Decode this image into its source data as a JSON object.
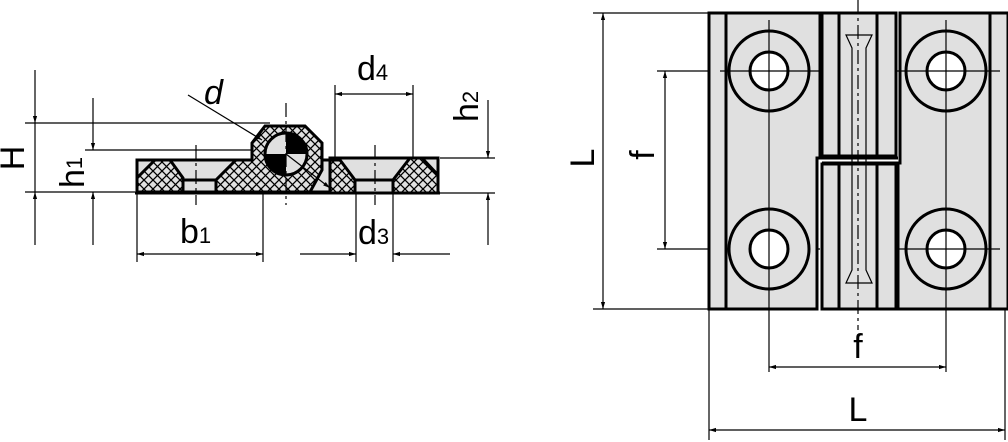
{
  "drawing": {
    "subject": "hinge technical drawing",
    "side_view": {
      "labels": {
        "H": "H",
        "h1_main": "h",
        "h1_sub": "1",
        "d": "d",
        "d4_main": "d",
        "d4_sub": "4",
        "h2_main": "h",
        "h2_sub": "2",
        "b1_main": "b",
        "b1_sub": "1",
        "d3_main": "d",
        "d3_sub": "3"
      }
    },
    "front_view": {
      "labels": {
        "L_vertical": "L",
        "f_vertical": "f",
        "f_horizontal": "f",
        "L_horizontal": "L"
      }
    },
    "colors": {
      "line": "#000000",
      "fill": "#e0e0e0",
      "background": "#ffffff"
    }
  }
}
